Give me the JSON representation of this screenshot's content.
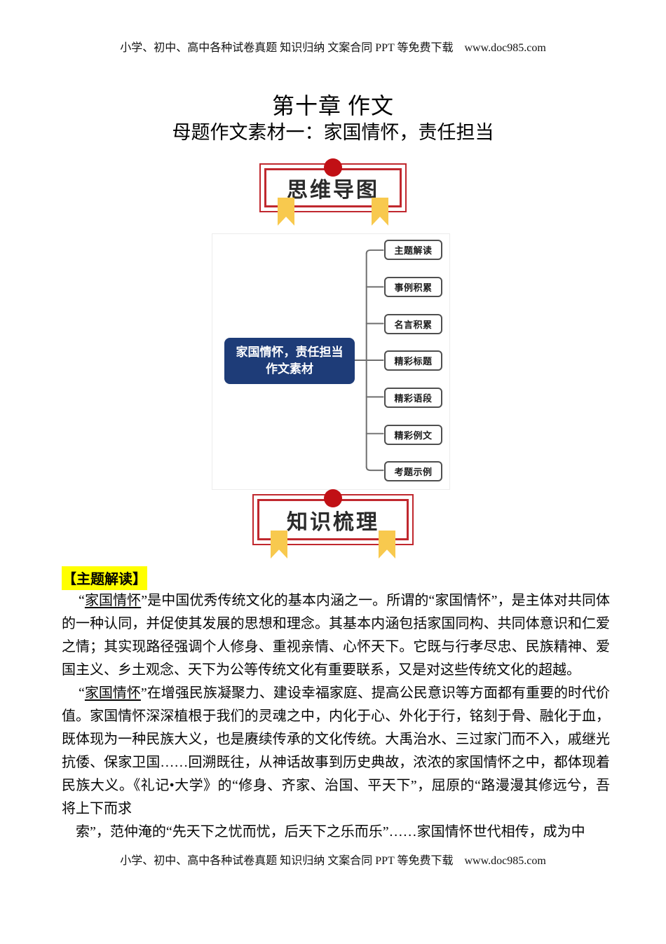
{
  "header": {
    "text": "小学、初中、高中各种试卷真题 知识归纳 文案合同 PPT 等免费下载　www.doc985.com"
  },
  "footer": {
    "text": "小学、初中、高中各种试卷真题 知识归纳 文案合同 PPT 等免费下载　www.doc985.com"
  },
  "title": "第十章 作文",
  "subtitle": "母题作文素材一：家国情怀，责任担当",
  "badges": {
    "mindmap_label": "思维导图",
    "knowledge_label": "知识梳理"
  },
  "mindmap": {
    "root_line1": "家国情怀，责任担当",
    "root_line2": "作文素材",
    "nodes": [
      "主题解读",
      "事例积累",
      "名言积累",
      "精彩标题",
      "精彩语段",
      "精彩例文",
      "考题示例"
    ]
  },
  "section": {
    "label": "【主题解读】"
  },
  "paragraphs": [
    [
      {
        "text": "“"
      },
      {
        "text": "家国情怀",
        "underline": true
      },
      {
        "text": "”是中国优秀传统文化的基本内涵之一。所谓的“家国情怀”，是主体对共同体的一种认同，并促使其发展的思想和理念。其基本内涵包括家国同构、共同体意识和仁爱之情；其实现路径强调个人修身、重视亲情、心怀天下。它既与行孝尽忠、民族精神、爱国主义、乡土观念、天下为公等传统文化有重要联系，又是对这些传统文化的超越。"
      }
    ],
    [
      {
        "text": "“"
      },
      {
        "text": "家国情怀",
        "underline": true
      },
      {
        "text": "”在增强民族凝聚力、建设幸福家庭、提高公民意识等方面都有重要的时代价值。家国情怀深深植根于我们的灵魂之中，内化于心、外化于行，铭刻于骨、融化于血，既体现为一种民族大义，也是赓续传承的文化传统。大禹治水、三过家门而不入，戚继光抗倭、保家卫国……回溯既往，从神话故事到历史典故，浓浓的家国情怀之中，都体现着民族大义。《礼记•大学》的“修身、齐家、治国、平天下”，屈原的“路漫漫其修远兮，吾将上下而求"
      }
    ],
    [
      {
        "text": "索”，范仲淹的“先天下之忧而忧，后天下之乐而乐”……家国情怀世代相传，成为中"
      }
    ]
  ],
  "colors": {
    "badge_red_border": "#c0282e",
    "badge_red_dot": "#c11015",
    "ribbon_gold": "#f8c94e",
    "root_node_blue": "#1e3c78",
    "section_highlight": "#ffff00"
  }
}
